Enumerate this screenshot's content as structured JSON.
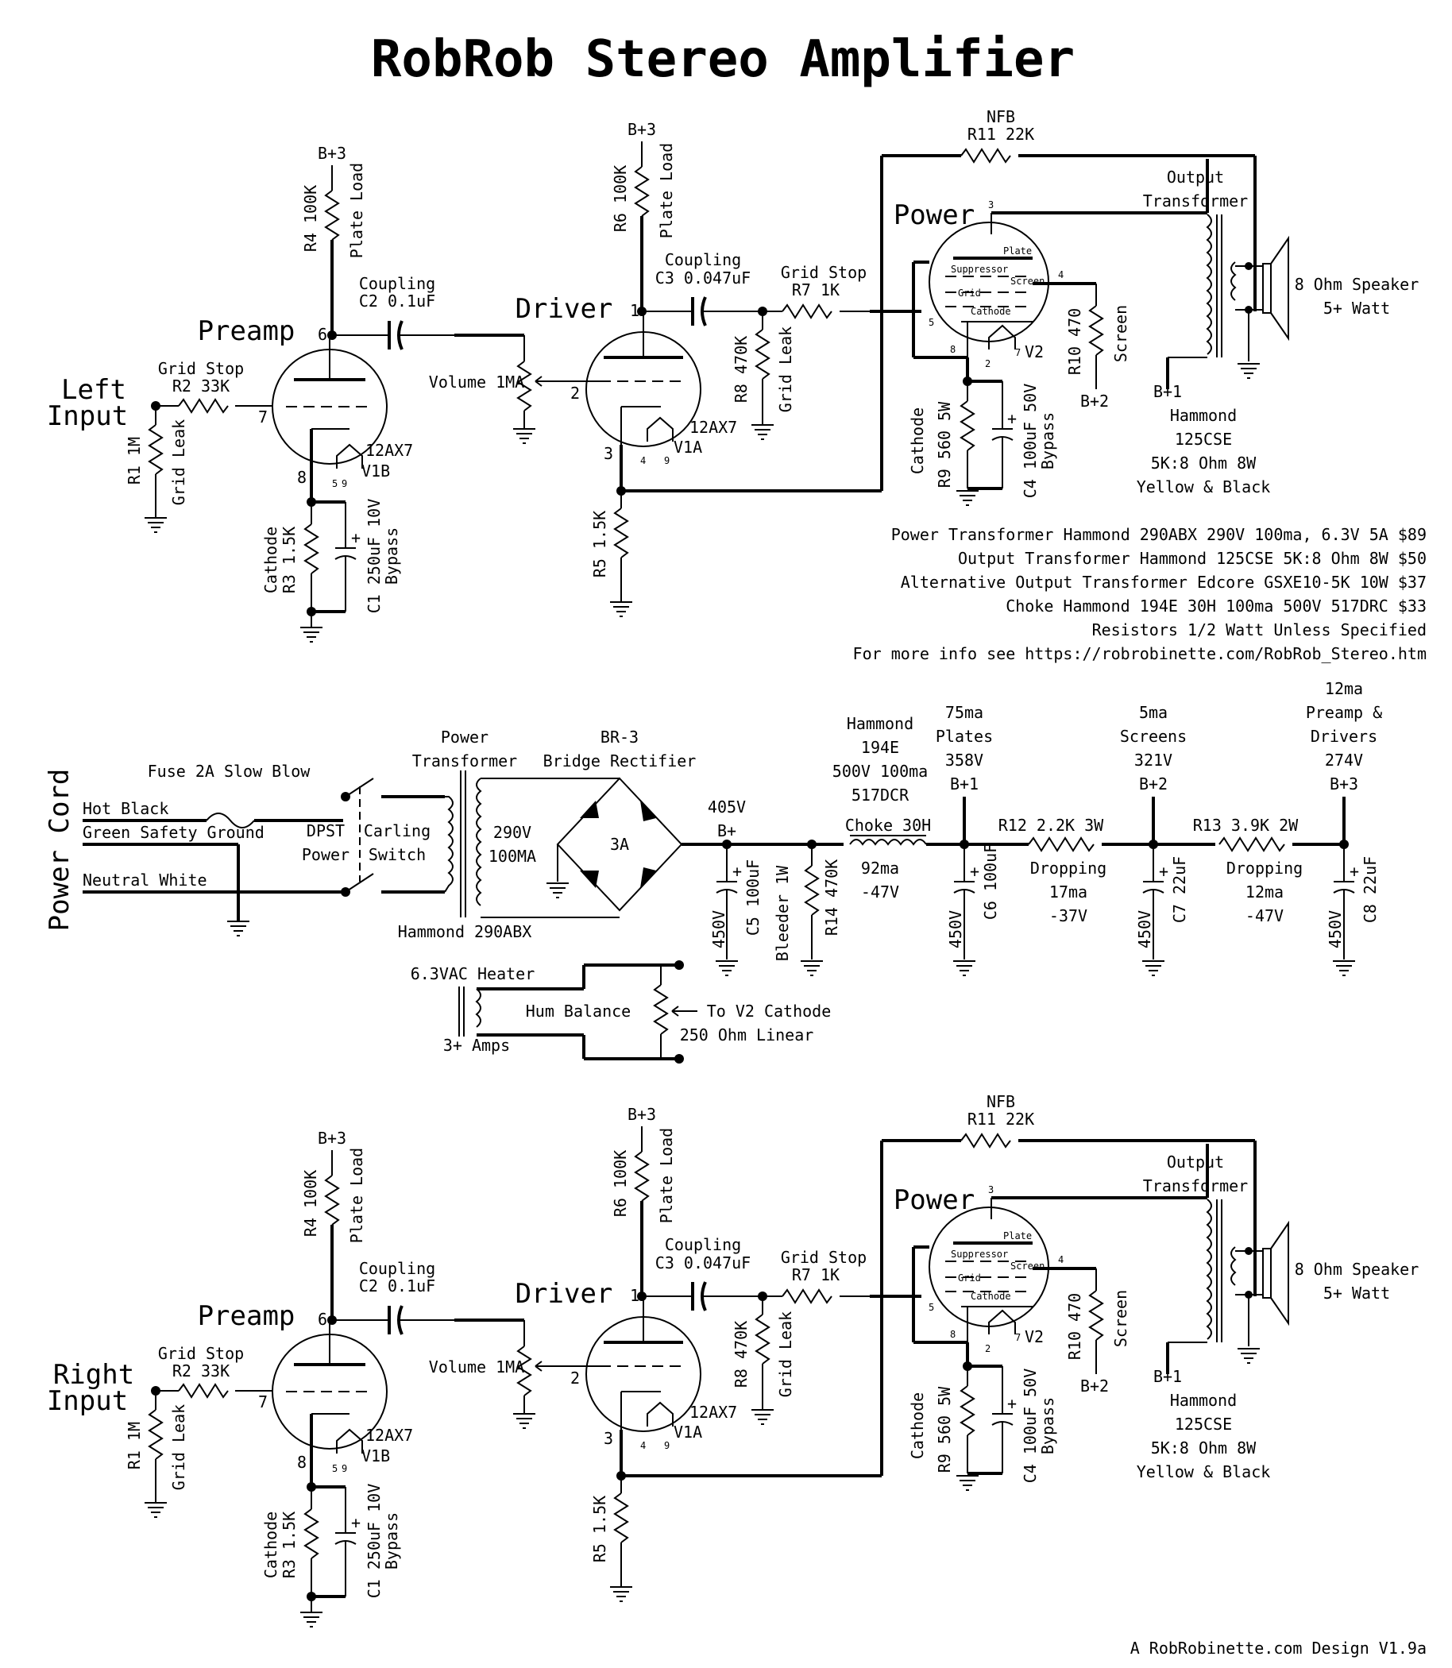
{
  "title": "RobRob Stereo Amplifier",
  "channel_labels": {
    "left": [
      "Left",
      "Input"
    ],
    "right": [
      "Right",
      "Input"
    ]
  },
  "channel": {
    "stage_preamp": "Preamp",
    "stage_driver": "Driver",
    "stage_power": "Power",
    "r2_label": "Grid Stop",
    "r2_value": "R2 33K",
    "r1_label": "R1 1M",
    "r1_sub": "Grid Leak",
    "b3": "B+3",
    "r4_label": "R4 100K",
    "r4_sub": "Plate Load",
    "c2_label": "Coupling",
    "c2_value": "C2 0.1uF",
    "pin6": "6",
    "pin7": "7",
    "pin8": "8",
    "pin5": "5",
    "pin9": "9",
    "v1_tube": "12AX7",
    "v1b": "V1B",
    "r3_label": "Cathode",
    "r3_value": "R3 1.5K",
    "c1_label": "C1 250uF 10V",
    "c1_sub": "Bypass",
    "vol_label": "Volume 1MA",
    "r6_label": "R6 100K",
    "r6_sub": "Plate Load",
    "c3_label": "Coupling",
    "c3_value": "C3 0.047uF",
    "pin1": "1",
    "pin2": "2",
    "pin3": "3",
    "pin4": "4",
    "v1a": "V1A",
    "r5_label": "R5 1.5K",
    "r8_label": "R8 470K",
    "r8_sub": "Grid Leak",
    "r7_label": "Grid Stop",
    "r7_value": "R7 1K",
    "nfb": "NFB",
    "r11": "R11 22K",
    "ot_label": "Output",
    "ot_sub": "Transformer",
    "plate": "Plate",
    "suppressor": "Suppressor",
    "screen_t": "Screen",
    "grid_t": "Grid",
    "cathode_t": "Cathode",
    "v2": "V2",
    "r10_label": "R10 470",
    "r10_sub": "Screen",
    "b2": "B+2",
    "b1": "B+1",
    "r9_label": "Cathode",
    "r9_value": "R9 560 5W",
    "c4_label": "C4 100uF 50V",
    "c4_sub": "Bypass",
    "speaker": "8 Ohm Speaker",
    "speaker_w": "5+ Watt",
    "hammond": [
      "Hammond",
      "125CSE",
      "5K:8 Ohm 8W",
      "Yellow & Black"
    ]
  },
  "notes": [
    "Power Transformer Hammond 290ABX 290V 100ma, 6.3V 5A $89",
    "Output Transformer Hammond 125CSE 5K:8 Ohm 8W $50",
    "Alternative Output Transformer Edcore GSXE10-5K 10W $37",
    "Choke Hammond 194E 30H 100ma 500V 517DRC $33",
    "Resistors 1/2 Watt Unless Specified",
    "For more info see https://robrobinette.com/RobRob_Stereo.htm"
  ],
  "psu": {
    "power_cord": "Power Cord",
    "fuse": "Fuse 2A Slow Blow",
    "hot": "Hot Black",
    "ground": "Green Safety Ground",
    "neutral": "Neutral White",
    "dpst": "DPST",
    "power": "Power",
    "carling": "Carling",
    "switch_t": "Switch",
    "pt_label": "Power",
    "pt_sub": "Transformer",
    "pt_v": "290V",
    "pt_a": "100MA",
    "pt_model": "Hammond 290ABX",
    "br_label": "BR-3",
    "br_sub": "Bridge Rectifier",
    "br_rating": "3A",
    "bplus_v": "405V",
    "bplus": "B+",
    "c5_v": "450V",
    "c5": "C5 100uF",
    "bleeder": "Bleeder 1W",
    "r14": "R14 470K",
    "choke_lines": [
      "Hammond",
      "194E",
      "500V 100ma",
      "517DCR"
    ],
    "choke": "Choke 30H",
    "choke_i": "92ma",
    "choke_v": "-47V",
    "b1_lines": [
      "75ma",
      "Plates",
      "358V",
      "B+1"
    ],
    "c6_v": "450V",
    "c6": "C6 100uF",
    "r12": "R12 2.2K 3W",
    "r12_drop": [
      "Dropping",
      "17ma",
      "-37V"
    ],
    "b2_lines": [
      "5ma",
      "Screens",
      "321V",
      "B+2"
    ],
    "c7_v": "450V",
    "c7": "C7 22uF",
    "r13": "R13 3.9K 2W",
    "r13_drop": [
      "Dropping",
      "12ma",
      "-47V"
    ],
    "b3_lines": [
      "12ma",
      "Preamp &",
      "Drivers",
      "274V",
      "B+3"
    ],
    "c8_v": "450V",
    "c8": "C8 22uF",
    "heater": "6.3VAC Heater",
    "heater_a": "3+ Amps",
    "hum": "Hum Balance",
    "to_v2": "To V2 Cathode",
    "hum_r": "250 Ohm Linear"
  },
  "footer": "A RobRobinette.com Design V1.9a"
}
